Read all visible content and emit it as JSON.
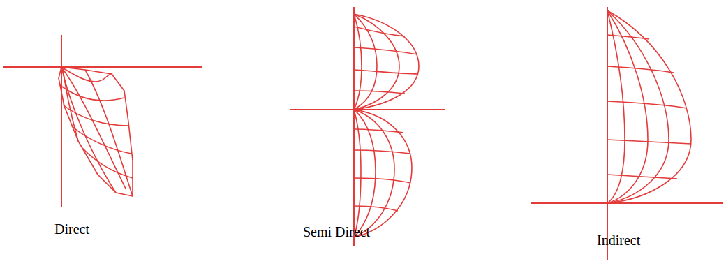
{
  "diagram": {
    "labels": [
      "Direct",
      "Semi Direct",
      "Indirect"
    ]
  }
}
